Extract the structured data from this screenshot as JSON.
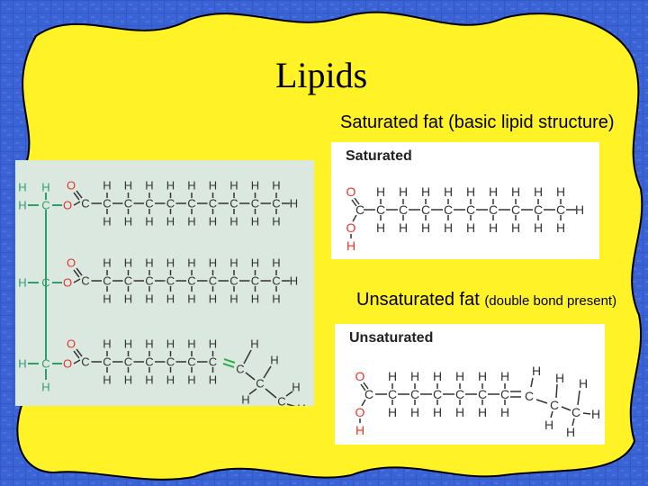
{
  "slide": {
    "title": "Lipids",
    "saturated_label": "Saturated fat  (basic lipid structure)",
    "unsaturated_label_main": "Unsaturated fat ",
    "unsaturated_label_note": "(double bond present)"
  },
  "saturated_panel": {
    "heading": "Saturated"
  },
  "unsaturated_panel": {
    "heading": "Unsaturated"
  },
  "atoms": {
    "H": "H",
    "C": "C",
    "O": "O"
  },
  "colors": {
    "background_blue": "#3a63d6",
    "blob_yellow": "#fff227",
    "oxygen_red": "#e8332a",
    "backbone_green": "#2e9e6a",
    "double_bond_green": "#2fae4b",
    "triglyceride_panel_bg": "#dbe8e0"
  }
}
